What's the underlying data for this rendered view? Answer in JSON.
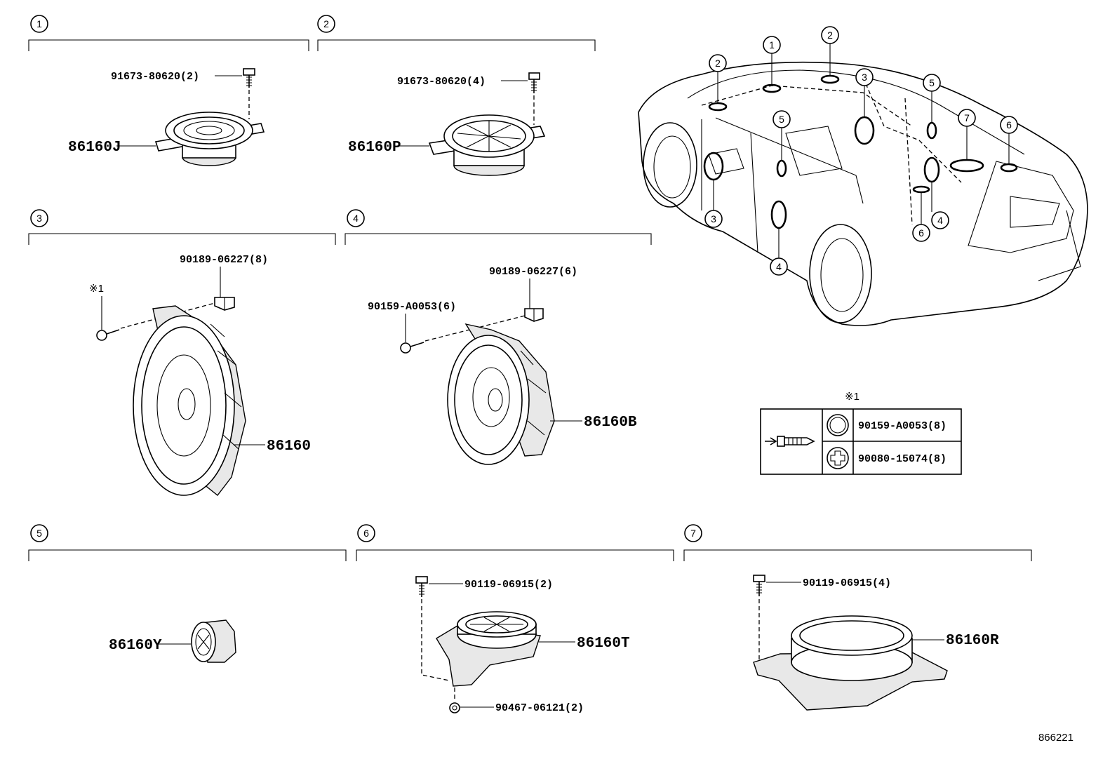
{
  "sections": [
    {
      "number": "1",
      "fastener": "91673-80620(2)",
      "part": "86160J"
    },
    {
      "number": "2",
      "fastener": "91673-80620(4)",
      "part": "86160P"
    },
    {
      "number": "3",
      "fastener": "90189-06227(8)",
      "note": "※1",
      "part": "86160"
    },
    {
      "number": "4",
      "fastener": "90189-06227(6)",
      "fastener2": "90159-A0053(6)",
      "part": "86160B"
    },
    {
      "number": "5",
      "part": "86160Y"
    },
    {
      "number": "6",
      "fastener": "90119-06915(2)",
      "part": "86160T",
      "fastener2": "90467-06121(2)"
    },
    {
      "number": "7",
      "fastener": "90119-06915(4)",
      "part": "86160R"
    }
  ],
  "vehicle_callouts": [
    "2",
    "1",
    "2",
    "3",
    "5",
    "5",
    "7",
    "6",
    "3",
    "4",
    "6",
    "4"
  ],
  "legend": {
    "title": "※1",
    "rows": [
      {
        "icon": "hex-head-icon",
        "part": "90159-A0053(8)"
      },
      {
        "icon": "phillips-head-icon",
        "part": "90080-15074(8)"
      }
    ]
  },
  "diagram_id": "866221"
}
